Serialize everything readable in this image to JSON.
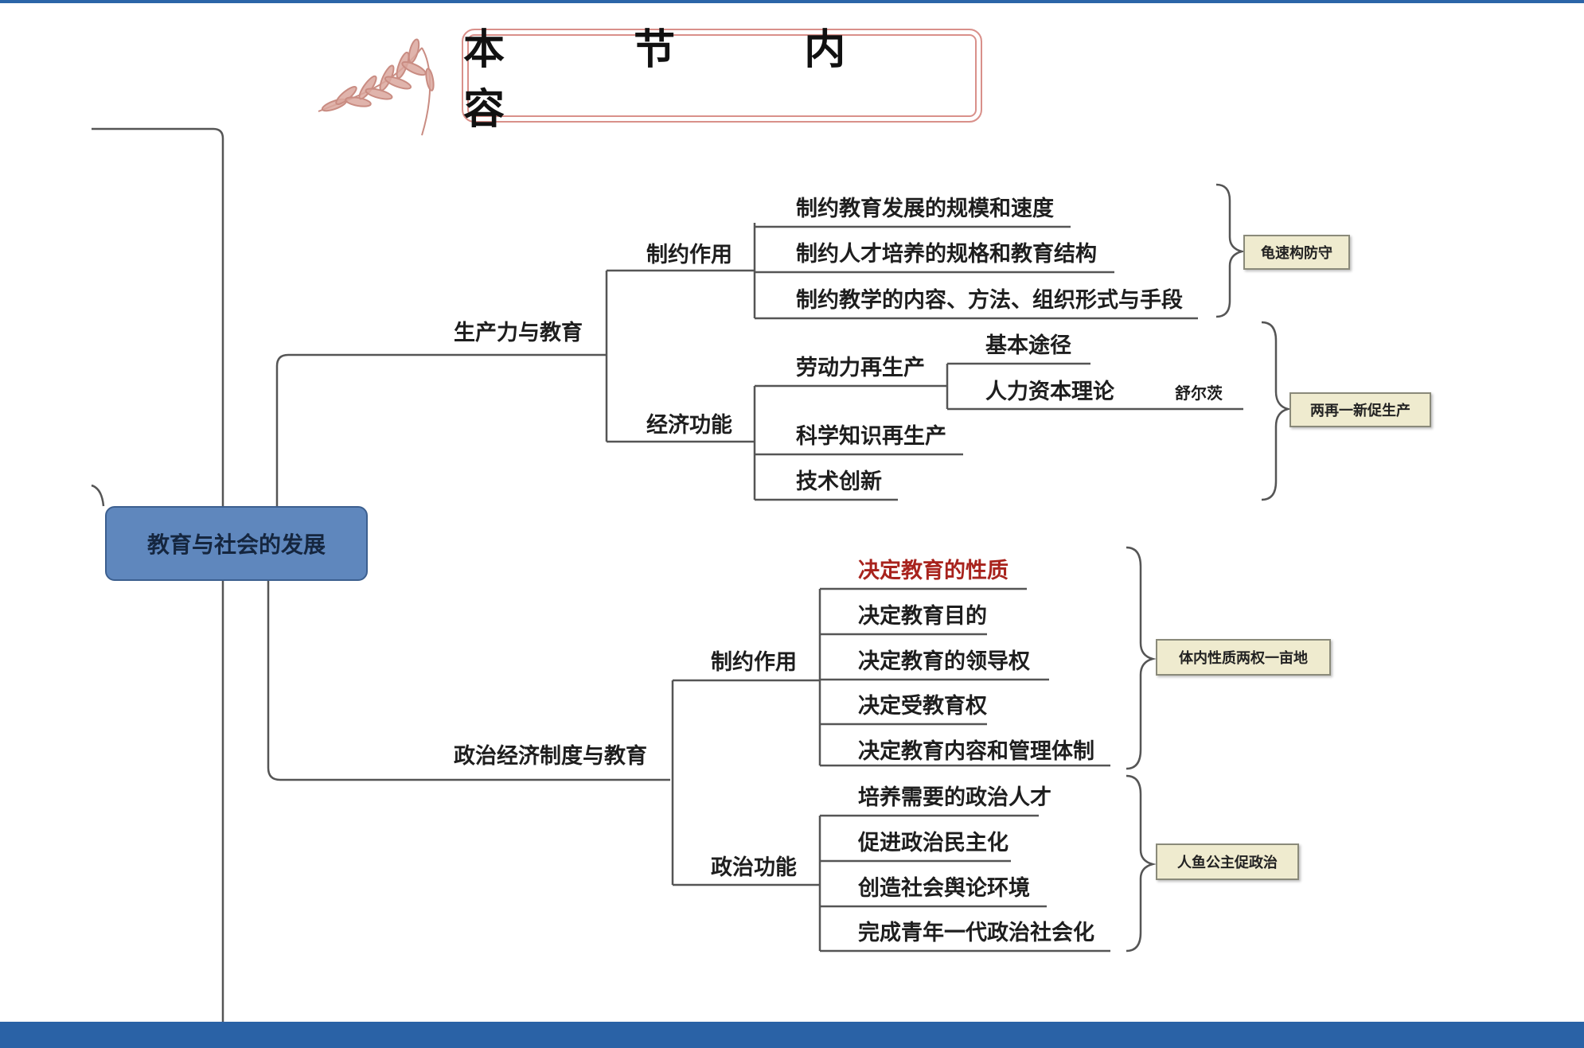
{
  "title": "本 节 内 容",
  "root": "教育与社会的发展",
  "productivity": {
    "label": "生产力与教育",
    "restrict": {
      "label": "制约作用",
      "items": [
        "制约教育发展的规模和速度",
        "制约人才培养的规格和教育结构",
        "制约教学的内容、方法、组织形式与手段"
      ],
      "summary": "龟速构防守"
    },
    "economic": {
      "label": "经济功能",
      "labor": {
        "label": "劳动力再生产",
        "sub": [
          "基本途径",
          "人力资本理论"
        ],
        "person": "舒尔茨"
      },
      "items": [
        "科学知识再生产",
        "技术创新"
      ],
      "summary": "两再一新促生产"
    }
  },
  "political": {
    "label": "政治经济制度与教育",
    "restrict": {
      "label": "制约作用",
      "items": [
        "决定教育的性质",
        "决定教育目的",
        "决定教育的领导权",
        "决定受教育权",
        "决定教育内容和管理体制"
      ],
      "summary": "体内性质两权一亩地"
    },
    "function": {
      "label": "政治功能",
      "items": [
        "培养需要的政治人才",
        "促进政治民主化",
        "创造社会舆论环境",
        "完成青年一代政治社会化"
      ],
      "summary": "人鱼公主促政治"
    }
  },
  "colors": {
    "accent": "#2a62a6",
    "root_fill": "#5f87bd",
    "title_border": "#d9908a",
    "highlight": "#a8231d",
    "summary_fill": "#efebcf"
  }
}
